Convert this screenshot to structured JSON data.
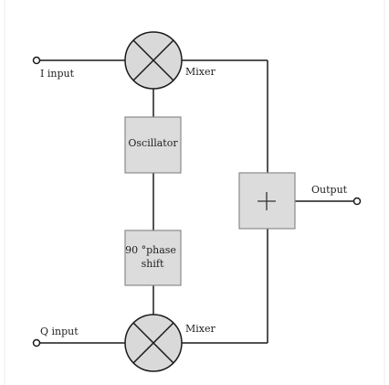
{
  "labels": {
    "i_input": "I input",
    "q_input": "Q input",
    "mixer_top": "Mixer",
    "mixer_bottom": "Mixer",
    "output": "Output"
  },
  "blocks": {
    "oscillator": "Oscillator",
    "phase_shift_line1": "90 °phase",
    "phase_shift_line2": "shift"
  },
  "colors": {
    "block_fill": "#dcdcdc",
    "mixer_fill": "#d9d9d9",
    "wire": "#1a1a1a"
  }
}
